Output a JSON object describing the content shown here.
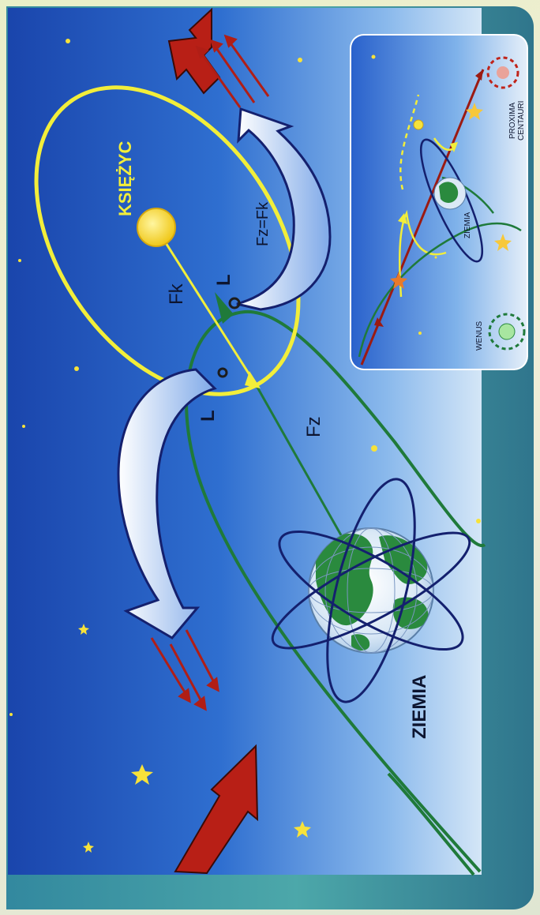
{
  "labels": {
    "moon": "KSIĘŻYC",
    "earth": "ZIEMIA",
    "force_moon": "Fk",
    "force_earth": "Fz",
    "force_equal": "Fz=Fk",
    "lagrange_a": "L",
    "lagrange_b": "L",
    "lagrange_point_a": "o",
    "lagrange_point_b": "o"
  },
  "inset": {
    "earth": "ZIEMIA",
    "venus": "WENUS",
    "proxima": "PROXIMA CENTAURI",
    "proxima_line1": "PROXIMA",
    "proxima_line2": "CENTAURI"
  },
  "colors": {
    "space_top": "#1c4fb8",
    "space_bottom": "#bcd6f4",
    "moon_orbit": "#f2ee3a",
    "earth_orbit": "#1f7a3a",
    "navy": "#14206e",
    "arrow_red": "#b01e16",
    "star": "#f7e23a"
  }
}
